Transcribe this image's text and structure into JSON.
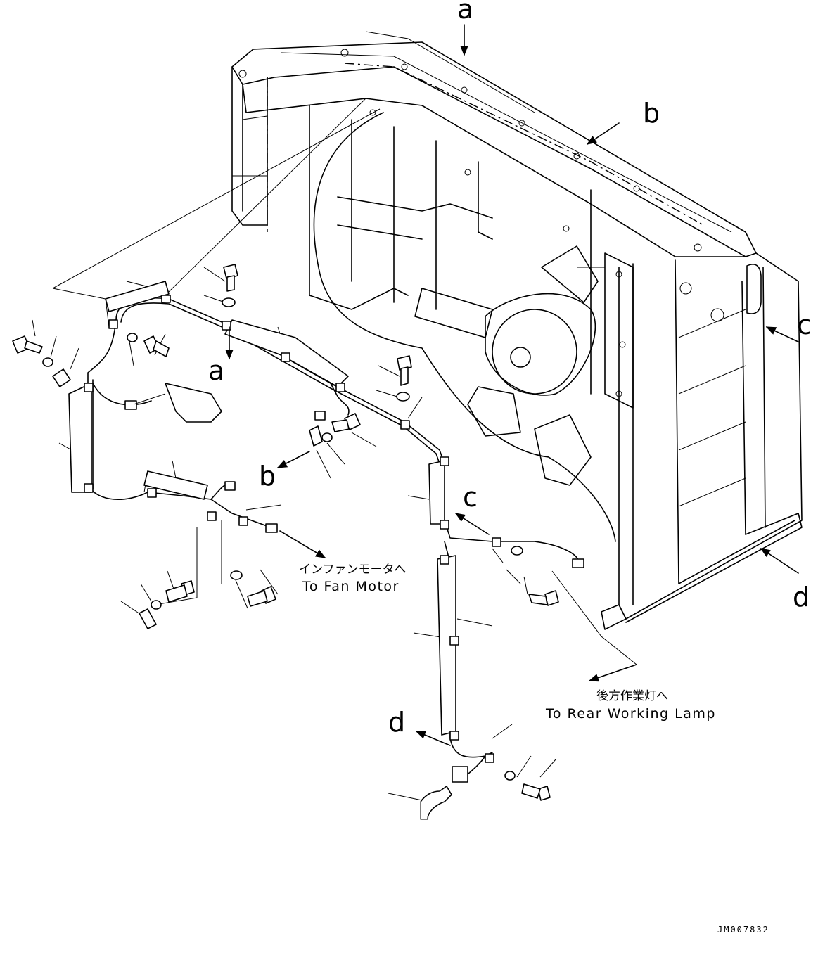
{
  "callouts": {
    "a_top": "a",
    "b_top": "b",
    "c_right": "c",
    "d_right": "d",
    "a_harness": "a",
    "b_harness": "b",
    "c_harness": "c",
    "d_harness": "d"
  },
  "destinations": {
    "fan_motor_jp": "インファンモータへ",
    "fan_motor_en": "To Fan Motor",
    "rear_lamp_jp": "後方作業灯へ",
    "rear_lamp_en": "To Rear Working Lamp"
  },
  "drawing_code": "JM007832"
}
